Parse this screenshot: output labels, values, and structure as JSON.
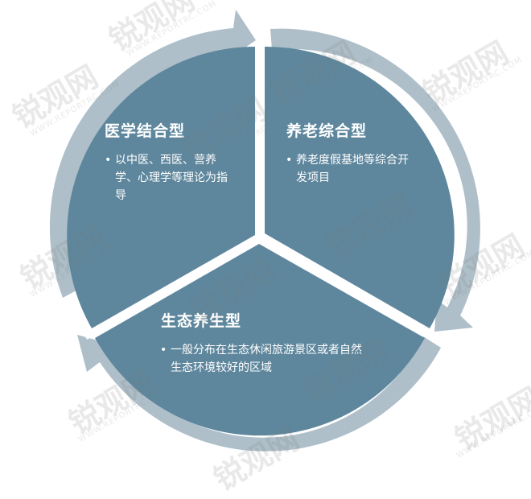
{
  "segments": [
    {
      "title": "医学结合型",
      "bullet": "以中医、西医、营养学、心理学等理论为指导"
    },
    {
      "title": "养老综合型",
      "bullet": "养老度假基地等综合开发项目"
    },
    {
      "title": "生态养生型",
      "bullet": "一般分布在生态休闲旅游景区或者自然生态环境较好的区域"
    }
  ],
  "watermark": {
    "text": "锐观网",
    "sub": "WWW.REPORTRC.COM"
  },
  "colors": {
    "segment_fill": "#5E879D",
    "ring": "#AEBFC9",
    "divider": "#ffffff"
  }
}
